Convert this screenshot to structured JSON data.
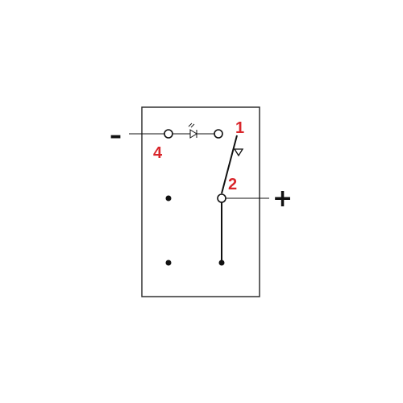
{
  "diagram": {
    "pins": {
      "pin1": "1",
      "pin2": "2",
      "pin4": "4"
    },
    "polarity": {
      "negative": "–",
      "positive": "+"
    },
    "colors": {
      "pin_label": "#d9262b",
      "line": "#111111",
      "frame": "#222222"
    },
    "symbols": [
      "led-icon",
      "switch-actuator-icon"
    ]
  }
}
